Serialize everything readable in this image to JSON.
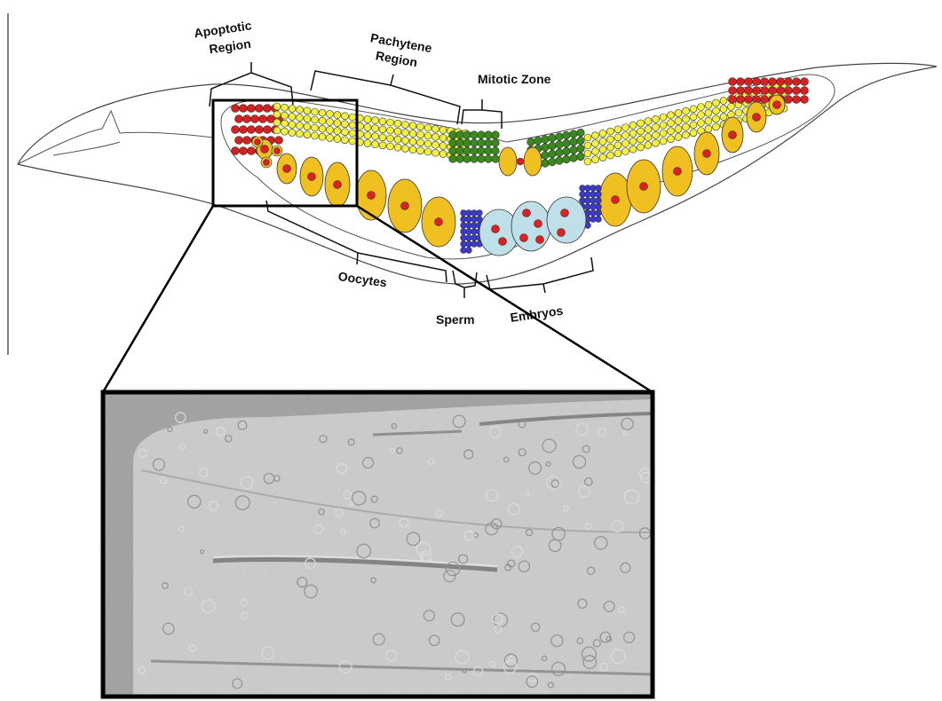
{
  "labels": {
    "apoptotic": [
      "Apoptotic",
      "Region"
    ],
    "pachytene": [
      "Pachytene",
      "Region"
    ],
    "mitotic": "Mitotic Zone",
    "oocytes": "Oocytes",
    "sperm": "Sperm",
    "embryos": "Embryos"
  },
  "colors": {
    "apoptotic_cell": "#d42020",
    "pachytene_cell": "#f2f03a",
    "mitotic_cell": "#3a8a1e",
    "oocyte": "#f0c020",
    "nucleus": "#e02020",
    "sperm": "#3a3acc",
    "embryo": "#bfe0e8",
    "outline": "#333333",
    "micrograph_bg": "#c4c4c4",
    "frame": "#000000"
  },
  "inset": {
    "description_icon": "dic-micrograph-image"
  }
}
